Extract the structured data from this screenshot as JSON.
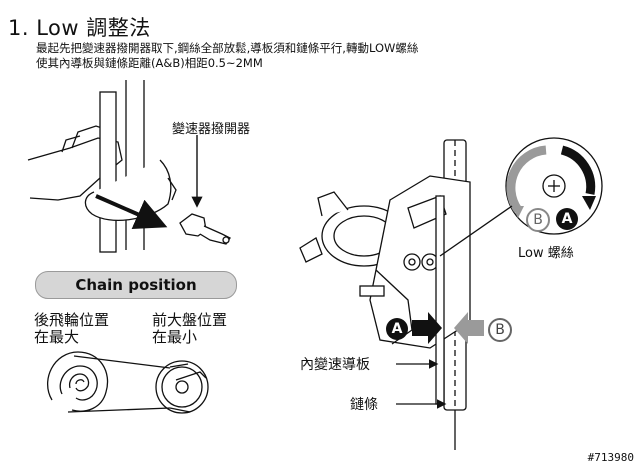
{
  "title": "1. Low 調整法",
  "instructions": {
    "line1": "最起先把變速器撥開器取下,鋼絲全部放鬆,導板須和鏈條平行,轉動LOW螺絲",
    "line2": "使其內導板與鏈條距離(A&B)相距0.5~2MM"
  },
  "labels": {
    "shifter_detacher": "變速器撥開器",
    "low_screw": "Low 螺絲",
    "inner_guide_plate": "內變速導板",
    "chain": "鏈條",
    "badge_a": "A",
    "badge_b": "B"
  },
  "chain_position": {
    "title": "Chain position",
    "rear_line1": "後飛輪位置",
    "rear_line2": "在最大",
    "front_line1": "前大盤位置",
    "front_line2": "在最小"
  },
  "watermark": "#713980",
  "colors": {
    "pill": "#d6d6d6",
    "arrow_gray": "#9a9a9a",
    "ink": "#111111"
  }
}
